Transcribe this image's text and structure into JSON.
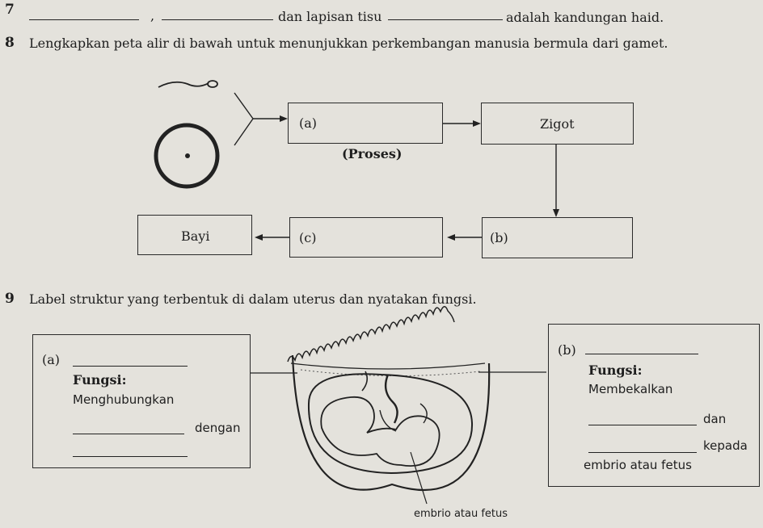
{
  "q7": {
    "number": "7",
    "comma": ",",
    "text_mid": "dan lapisan tisu",
    "text_end": "adalah kandungan haid."
  },
  "q8": {
    "number": "8",
    "prompt": "Lengkapkan peta alir di bawah untuk menunjukkan perkembangan manusia bermula dari gamet.",
    "box_a": "(a)",
    "proses": "(Proses)",
    "zigot": "Zigot",
    "box_b": "(b)",
    "box_c": "(c)",
    "bayi": "Bayi"
  },
  "q9": {
    "number": "9",
    "prompt": "Label struktur yang terbentuk di dalam uterus dan nyatakan fungsi.",
    "left": {
      "label": "(a)",
      "fungsi": "Fungsi:",
      "line1": "Menghubungkan",
      "dengan": "dengan"
    },
    "right": {
      "label": "(b)",
      "fungsi": "Fungsi:",
      "line1": "Membekalkan",
      "dan": "dan",
      "kepada": "kepada",
      "last": "embrio atau fetus"
    },
    "diagram_label": "embrio atau fetus"
  }
}
